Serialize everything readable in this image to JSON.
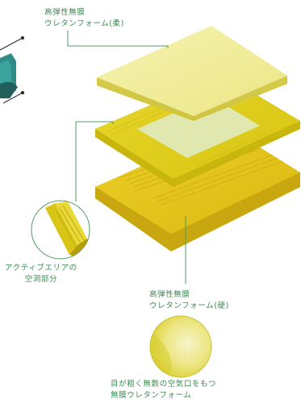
{
  "labels": {
    "top_layer": {
      "line1": "高弾性無膜",
      "line2": "ウレタンフォーム(柔)"
    },
    "active_area": {
      "line1": "アクティブエリアの",
      "line2": "空洞部分"
    },
    "bottom_layer": {
      "line1": "高弾性無膜",
      "line2": "ウレタンフォーム(硬)"
    },
    "foam_detail": {
      "line1": "目が粗く無数の空気口をもつ",
      "line2": "無膜ウレタンフォーム"
    }
  },
  "colors": {
    "label_text": "#3f8a53",
    "leader_line": "#4d9b64",
    "top_sheet": "#f3ef9c",
    "middle_sheet": "#e2d31a",
    "bottom_sheet": "#e8c91a",
    "window_panel": "#c7e2d6"
  }
}
